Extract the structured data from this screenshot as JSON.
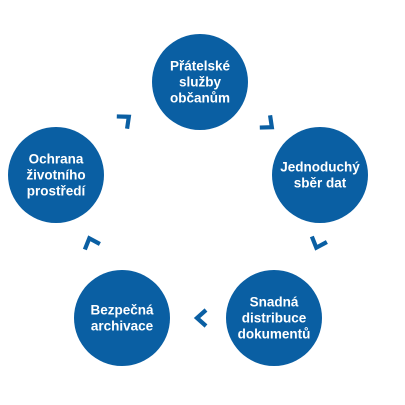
{
  "diagram": {
    "colors": {
      "node_fill": "#0a5fa3",
      "arrow": "#0a5fa3",
      "text": "#ffffff",
      "background": "#ffffff"
    },
    "nodes": [
      {
        "id": "pratelske-sluzby-obcanum",
        "lines": [
          "Přátelské",
          "služby",
          "občanům"
        ]
      },
      {
        "id": "jednoduchy-sber-dat",
        "lines": [
          "Jednoduchý",
          "sběr dat"
        ]
      },
      {
        "id": "snadna-distribuce-dokumentu",
        "lines": [
          "Snadná",
          "distribuce",
          "dokumentů"
        ]
      },
      {
        "id": "bezpecna-archivace",
        "lines": [
          "Bezpečná",
          "archivace"
        ]
      },
      {
        "id": "ochrana-zivotniho-prostredi",
        "lines": [
          "Ochrana",
          "životního",
          "prostředí"
        ]
      }
    ],
    "connectors": [
      {
        "from": "pratelske-sluzby-obcanum",
        "to": "jednoduchy-sber-dat",
        "icon": "chevron-arrow-icon"
      },
      {
        "from": "jednoduchy-sber-dat",
        "to": "snadna-distribuce-dokumentu",
        "icon": "chevron-arrow-icon"
      },
      {
        "from": "snadna-distribuce-dokumentu",
        "to": "bezpecna-archivace",
        "icon": "chevron-arrow-icon"
      },
      {
        "from": "bezpecna-archivace",
        "to": "ochrana-zivotniho-prostredi",
        "icon": "chevron-arrow-icon"
      },
      {
        "from": "ochrana-zivotniho-prostredi",
        "to": "pratelske-sluzby-obcanum",
        "icon": "chevron-arrow-icon"
      }
    ]
  }
}
